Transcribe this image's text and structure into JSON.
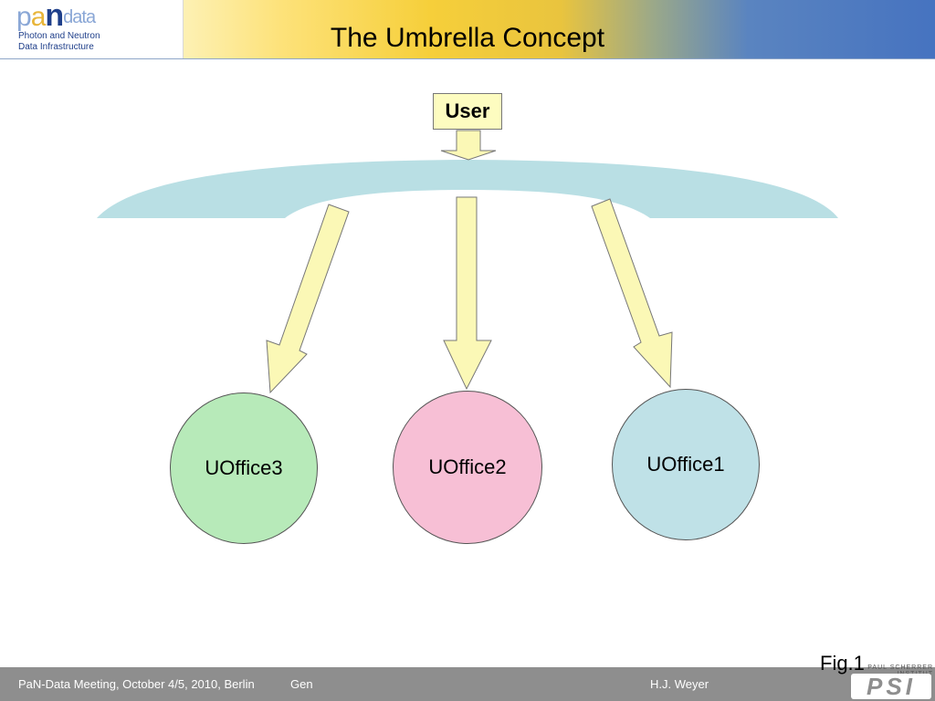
{
  "header": {
    "title": "The Umbrella Concept",
    "logo": {
      "p": "p",
      "a": "a",
      "n": "n",
      "data": "data",
      "line1": "Photon and Neutron",
      "line2": "Data Infrastructure"
    }
  },
  "diagram": {
    "user_label": "User",
    "offices": [
      "UOffice3",
      "UOffice2",
      "UOffice1"
    ],
    "figure_label": "Fig.1"
  },
  "footer": {
    "meeting": "PaN-Data Meeting, October 4/5, 2010, Berlin",
    "section": "Gen",
    "author": "H.J. Weyer",
    "institute": "PAUL SCHERRER INSTITUT",
    "institute_logo": "PSI"
  },
  "colors": {
    "umbrella": "#b9dfe4",
    "arrow_fill": "#fbf8b6",
    "user_box": "#fdfcc0",
    "office3": "#b7eab9",
    "office2": "#f7bfd5",
    "office1": "#bfe1e7",
    "footer": "#8e8e8e",
    "header_blue": "#4673c0",
    "header_yellow": "#f6cf3a"
  }
}
